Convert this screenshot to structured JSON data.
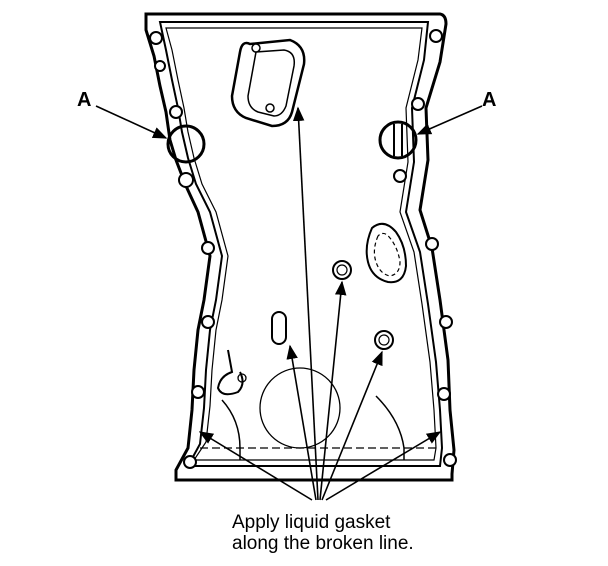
{
  "labels": {
    "callout_left": "A",
    "callout_right": "A"
  },
  "caption": {
    "line1": "Apply liquid gasket",
    "line2": "along the broken line."
  },
  "colors": {
    "ink": "#000000",
    "background": "#ffffff"
  }
}
